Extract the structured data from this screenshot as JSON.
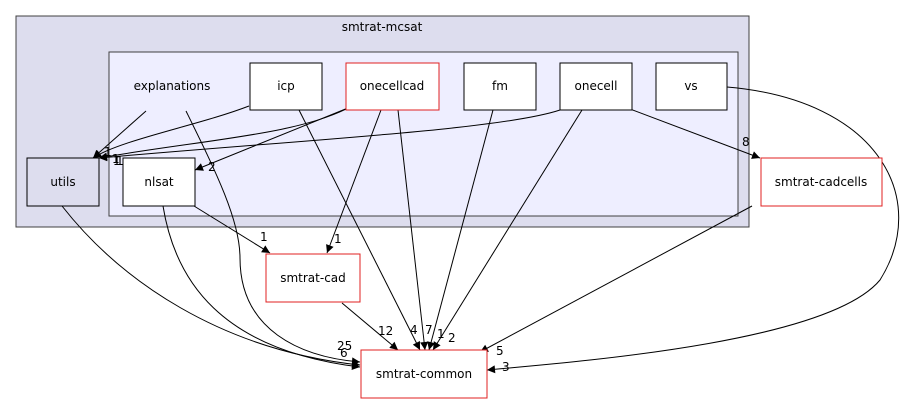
{
  "clusters": {
    "outer": {
      "label": "smtrat-mcsat"
    },
    "inner_label": "explanations"
  },
  "nodes": {
    "utils": "utils",
    "nlsat": "nlsat",
    "icp": "icp",
    "onecellcad": "onecellcad",
    "fm": "fm",
    "onecell": "onecell",
    "vs": "vs",
    "cadcells": "smtrat-cadcells",
    "cad": "smtrat-cad",
    "common": "smtrat-common"
  },
  "edge_labels": {
    "utils_1a": "1",
    "utils_1b": "1",
    "utils_1c": "1",
    "utils_1d": "1",
    "nlsat_2": "2",
    "cad_1a": "1",
    "cad_1b": "1",
    "cadcells_8": "8",
    "common_25": "25",
    "common_6": "6",
    "common_12": "12",
    "common_4": "4",
    "common_7": "7",
    "common_1": "1",
    "common_2": "2",
    "common_5": "5",
    "common_3": "3"
  },
  "colors": {
    "outer_fill": "#ddddee",
    "inner_fill": "#eeeeff",
    "cluster_stroke": "#404040",
    "node_stroke": "#000000",
    "node_red_stroke": "#e02020",
    "edge": "#000000"
  }
}
